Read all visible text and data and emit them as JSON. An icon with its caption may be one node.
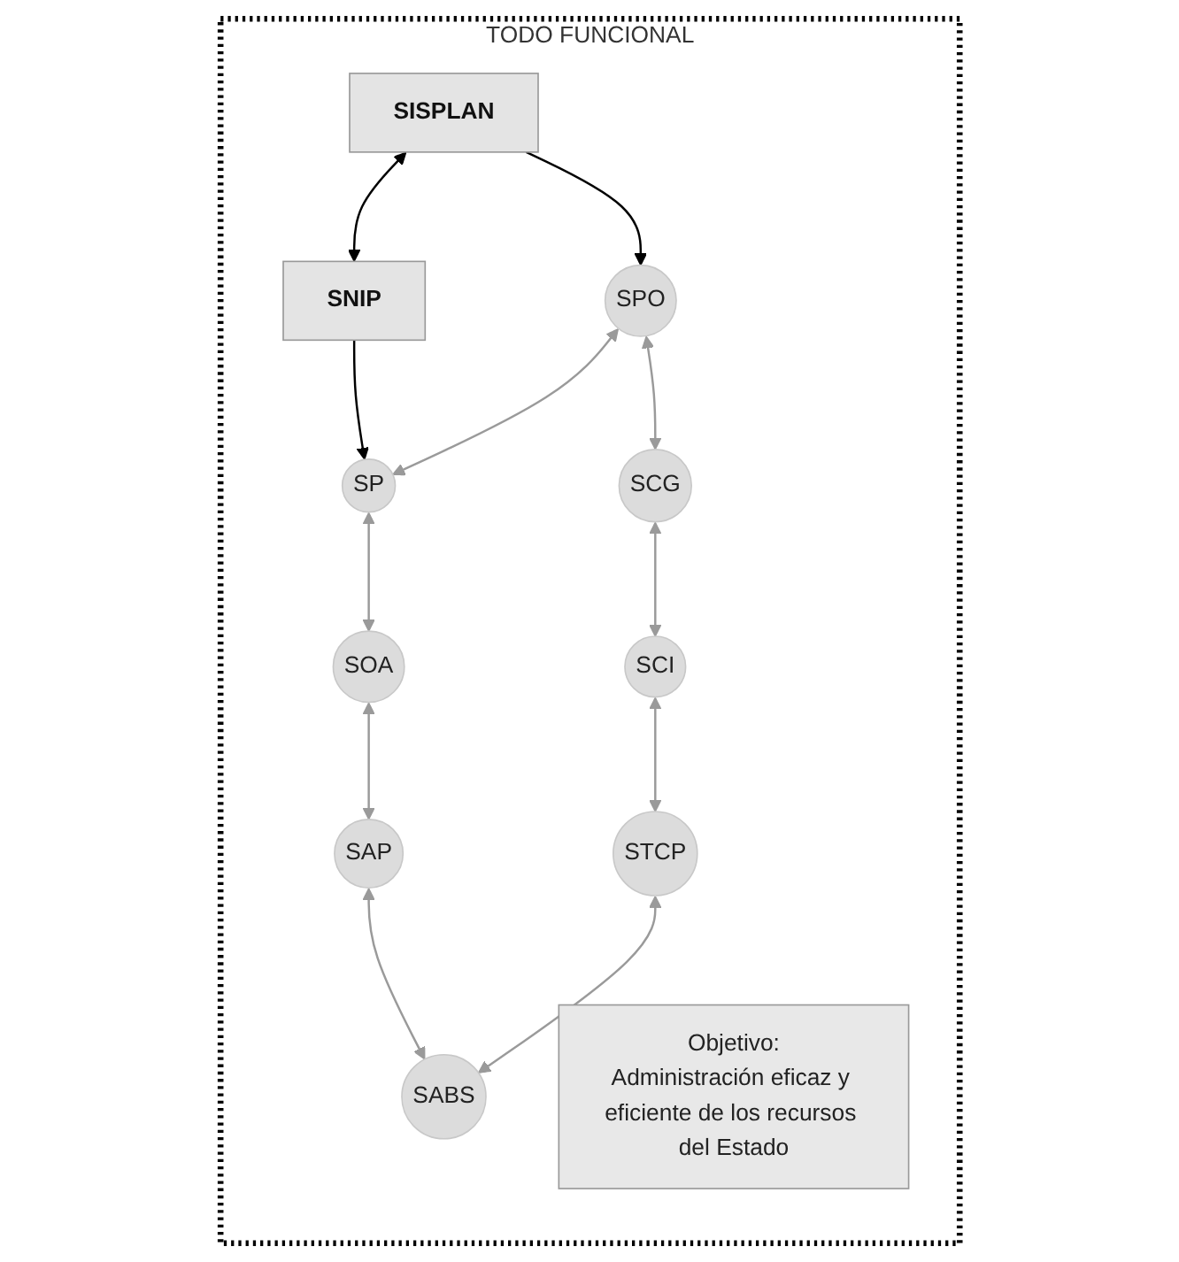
{
  "diagram": {
    "nodes": [
      {
        "text": [
          "TODO FUNCIONAL"
        ]
      },
      {
        "text": [
          "SISPLAN"
        ],
        "in": 0
      },
      {
        "text": [
          "SNIP"
        ],
        "in": 0
      },
      {
        "text": [
          "SPO"
        ],
        "in": 0
      },
      {
        "text": [
          "SP"
        ],
        "in": 0
      },
      {
        "text": [
          "SCG"
        ],
        "in": 0
      },
      {
        "text": [
          "SOA"
        ],
        "in": 0
      },
      {
        "text": [
          "Objetivo:",
          "Administración eficaz y eficiente de los recursos del Estado"
        ],
        "in": 0
      },
      {
        "text": [
          "SCI"
        ],
        "in": 0
      },
      {
        "text": [
          "SAP"
        ],
        "in": 0
      },
      {
        "text": [
          "STCP"
        ],
        "in": 0
      },
      {
        "text": [
          "SABS"
        ],
        "in": 0
      }
    ],
    "edges": [
      {
        "from": 1,
        "to": 2,
        "arrow": "both",
        "color": "#000000"
      },
      {
        "from": 1,
        "to": 3,
        "arrow": "to",
        "color": "#000000"
      },
      {
        "from": 2,
        "to": 4,
        "arrow": "to",
        "color": "#000000"
      },
      {
        "from": 3,
        "to": 4,
        "arrow": "both"
      },
      {
        "from": 4,
        "to": 6,
        "arrow": "both"
      },
      {
        "from": 6,
        "to": 9,
        "arrow": "both"
      },
      {
        "from": 9,
        "to": 11,
        "arrow": "both"
      },
      {
        "from": 10,
        "to": 11,
        "arrow": "both"
      },
      {
        "from": 8,
        "to": 10,
        "arrow": "both"
      },
      {
        "from": 5,
        "to": 8,
        "arrow": "both"
      },
      {
        "from": 3,
        "to": 5,
        "arrow": "both"
      }
    ]
  }
}
